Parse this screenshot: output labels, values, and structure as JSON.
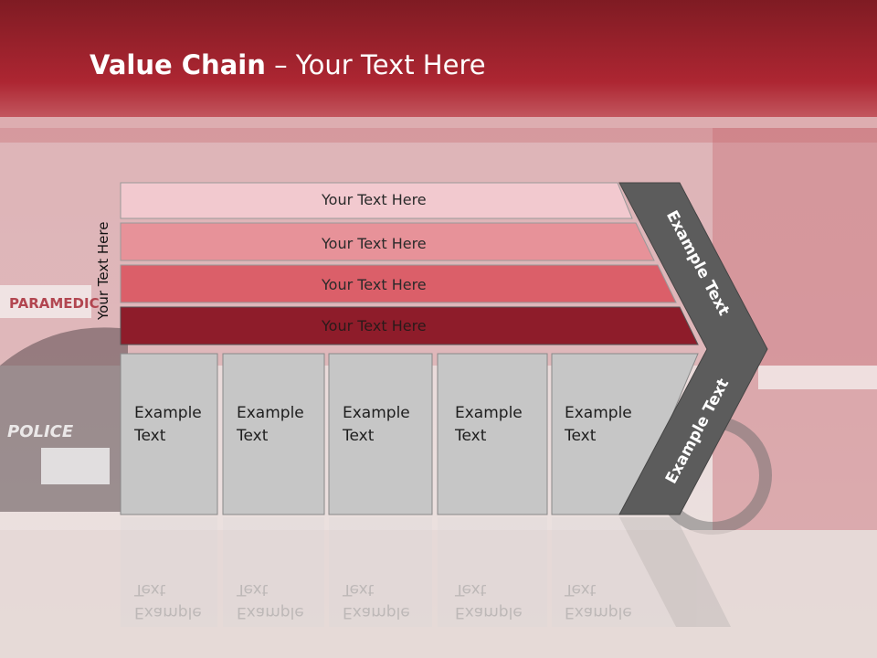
{
  "title": {
    "bold": "Value Chain",
    "rest": " – Your Text Here"
  },
  "side_label": "Your Text Here",
  "rows": [
    {
      "label": "Your Text Here",
      "color": "#f2c9cf"
    },
    {
      "label": "Your Text Here",
      "color": "#e79299"
    },
    {
      "label": "Your Text Here",
      "color": "#db5f69"
    },
    {
      "label": "Your Text Here",
      "color": "#8e1c2a"
    }
  ],
  "columns": [
    {
      "label": "Example\nText"
    },
    {
      "label": "Example\nText"
    },
    {
      "label": "Example\nText"
    },
    {
      "label": "Example\nText"
    },
    {
      "label": "Example\nText"
    }
  ],
  "arrow_upper": "Example Text",
  "arrow_lower": "Example Text",
  "colors": {
    "header": "#a9262f",
    "cell": "#c6c6c6",
    "arrow": "#5c5c5c"
  }
}
